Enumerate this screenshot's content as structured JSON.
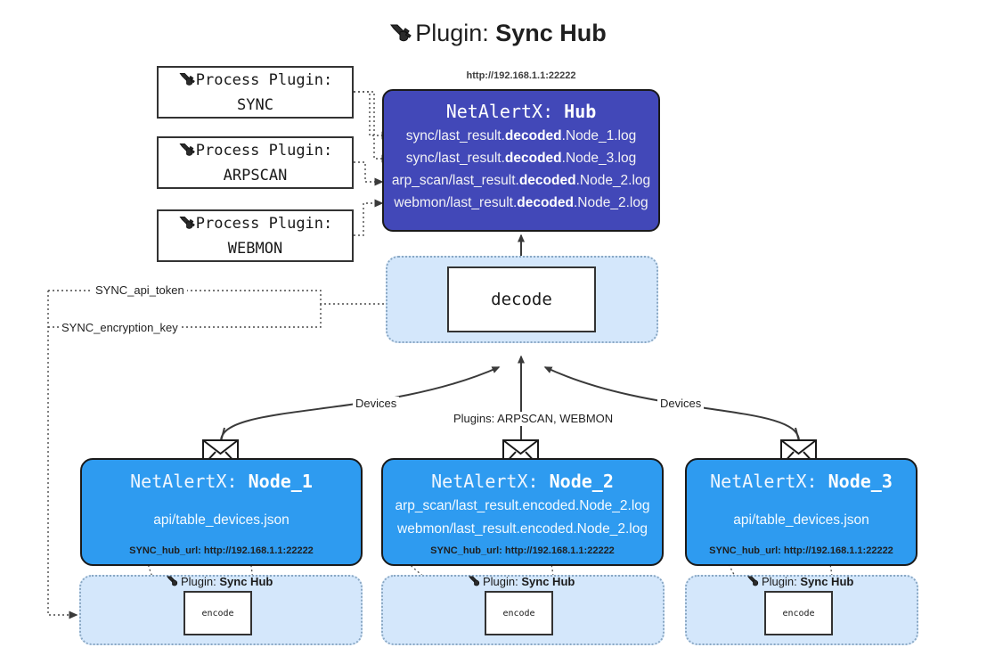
{
  "page": {
    "title_prefix": "Plugin:",
    "title_name": "Sync Hub",
    "plug_icon": "plug-icon"
  },
  "process_plugins": [
    {
      "caption": "Process Plugin:",
      "name": "SYNC"
    },
    {
      "caption": "Process Plugin:",
      "name": "ARPSCAN"
    },
    {
      "caption": "Process Plugin:",
      "name": "WEBMON"
    }
  ],
  "hub": {
    "url_label": "http://192.168.1.1:22222",
    "title_prefix": "NetAlertX:",
    "title_name": "Hub",
    "lines": [
      {
        "pre": "sync/last_result.",
        "bold": "decoded",
        "post": ".Node_1.log"
      },
      {
        "pre": "sync/last_result.",
        "bold": "decoded",
        "post": ".Node_3.log"
      },
      {
        "pre": "arp_scan/last_result.",
        "bold": "decoded",
        "post": ".Node_2.log"
      },
      {
        "pre": "webmon/last_result.",
        "bold": "decoded",
        "post": ".Node_2.log"
      }
    ]
  },
  "decode": {
    "label": "decode"
  },
  "secrets": [
    {
      "label": "SYNC_api_token"
    },
    {
      "label": "SYNC_encryption_key"
    }
  ],
  "edge_labels": {
    "devices_left": "Devices",
    "devices_right": "Devices",
    "plugins_middle": "Plugins: ARPSCAN, WEBMON"
  },
  "nodes": [
    {
      "title_prefix": "NetAlertX:",
      "title_name": "Node_1",
      "lines": [
        "api/table_devices.json"
      ],
      "foot": "SYNC_hub_url: http://192.168.1.1:22222",
      "mail_icon": "envelope-icon"
    },
    {
      "title_prefix": "NetAlertX:",
      "title_name": "Node_2",
      "lines": [
        "arp_scan/last_result.encoded.Node_2.log",
        "webmon/last_result.encoded.Node_2.log"
      ],
      "foot": "SYNC_hub_url: http://192.168.1.1:22222",
      "mail_icon": "envelope-icon"
    },
    {
      "title_prefix": "NetAlertX:",
      "title_name": "Node_3",
      "lines": [
        "api/table_devices.json"
      ],
      "foot": "SYNC_hub_url: http://192.168.1.1:22222",
      "mail_icon": "envelope-icon"
    }
  ],
  "plugin_sections": [
    {
      "caption_prefix": "Plugin:",
      "caption_name": "Sync Hub",
      "box_label": "encode"
    },
    {
      "caption_prefix": "Plugin:",
      "caption_name": "Sync Hub",
      "box_label": "encode"
    },
    {
      "caption_prefix": "Plugin:",
      "caption_name": "Sync Hub",
      "box_label": "encode"
    }
  ],
  "colors": {
    "hub_fill": "#4248b8",
    "node_fill": "#2e9bf0",
    "container_fill": "#d4e7fb",
    "stroke": "#333333",
    "text_dark": "#1a1a1a"
  }
}
